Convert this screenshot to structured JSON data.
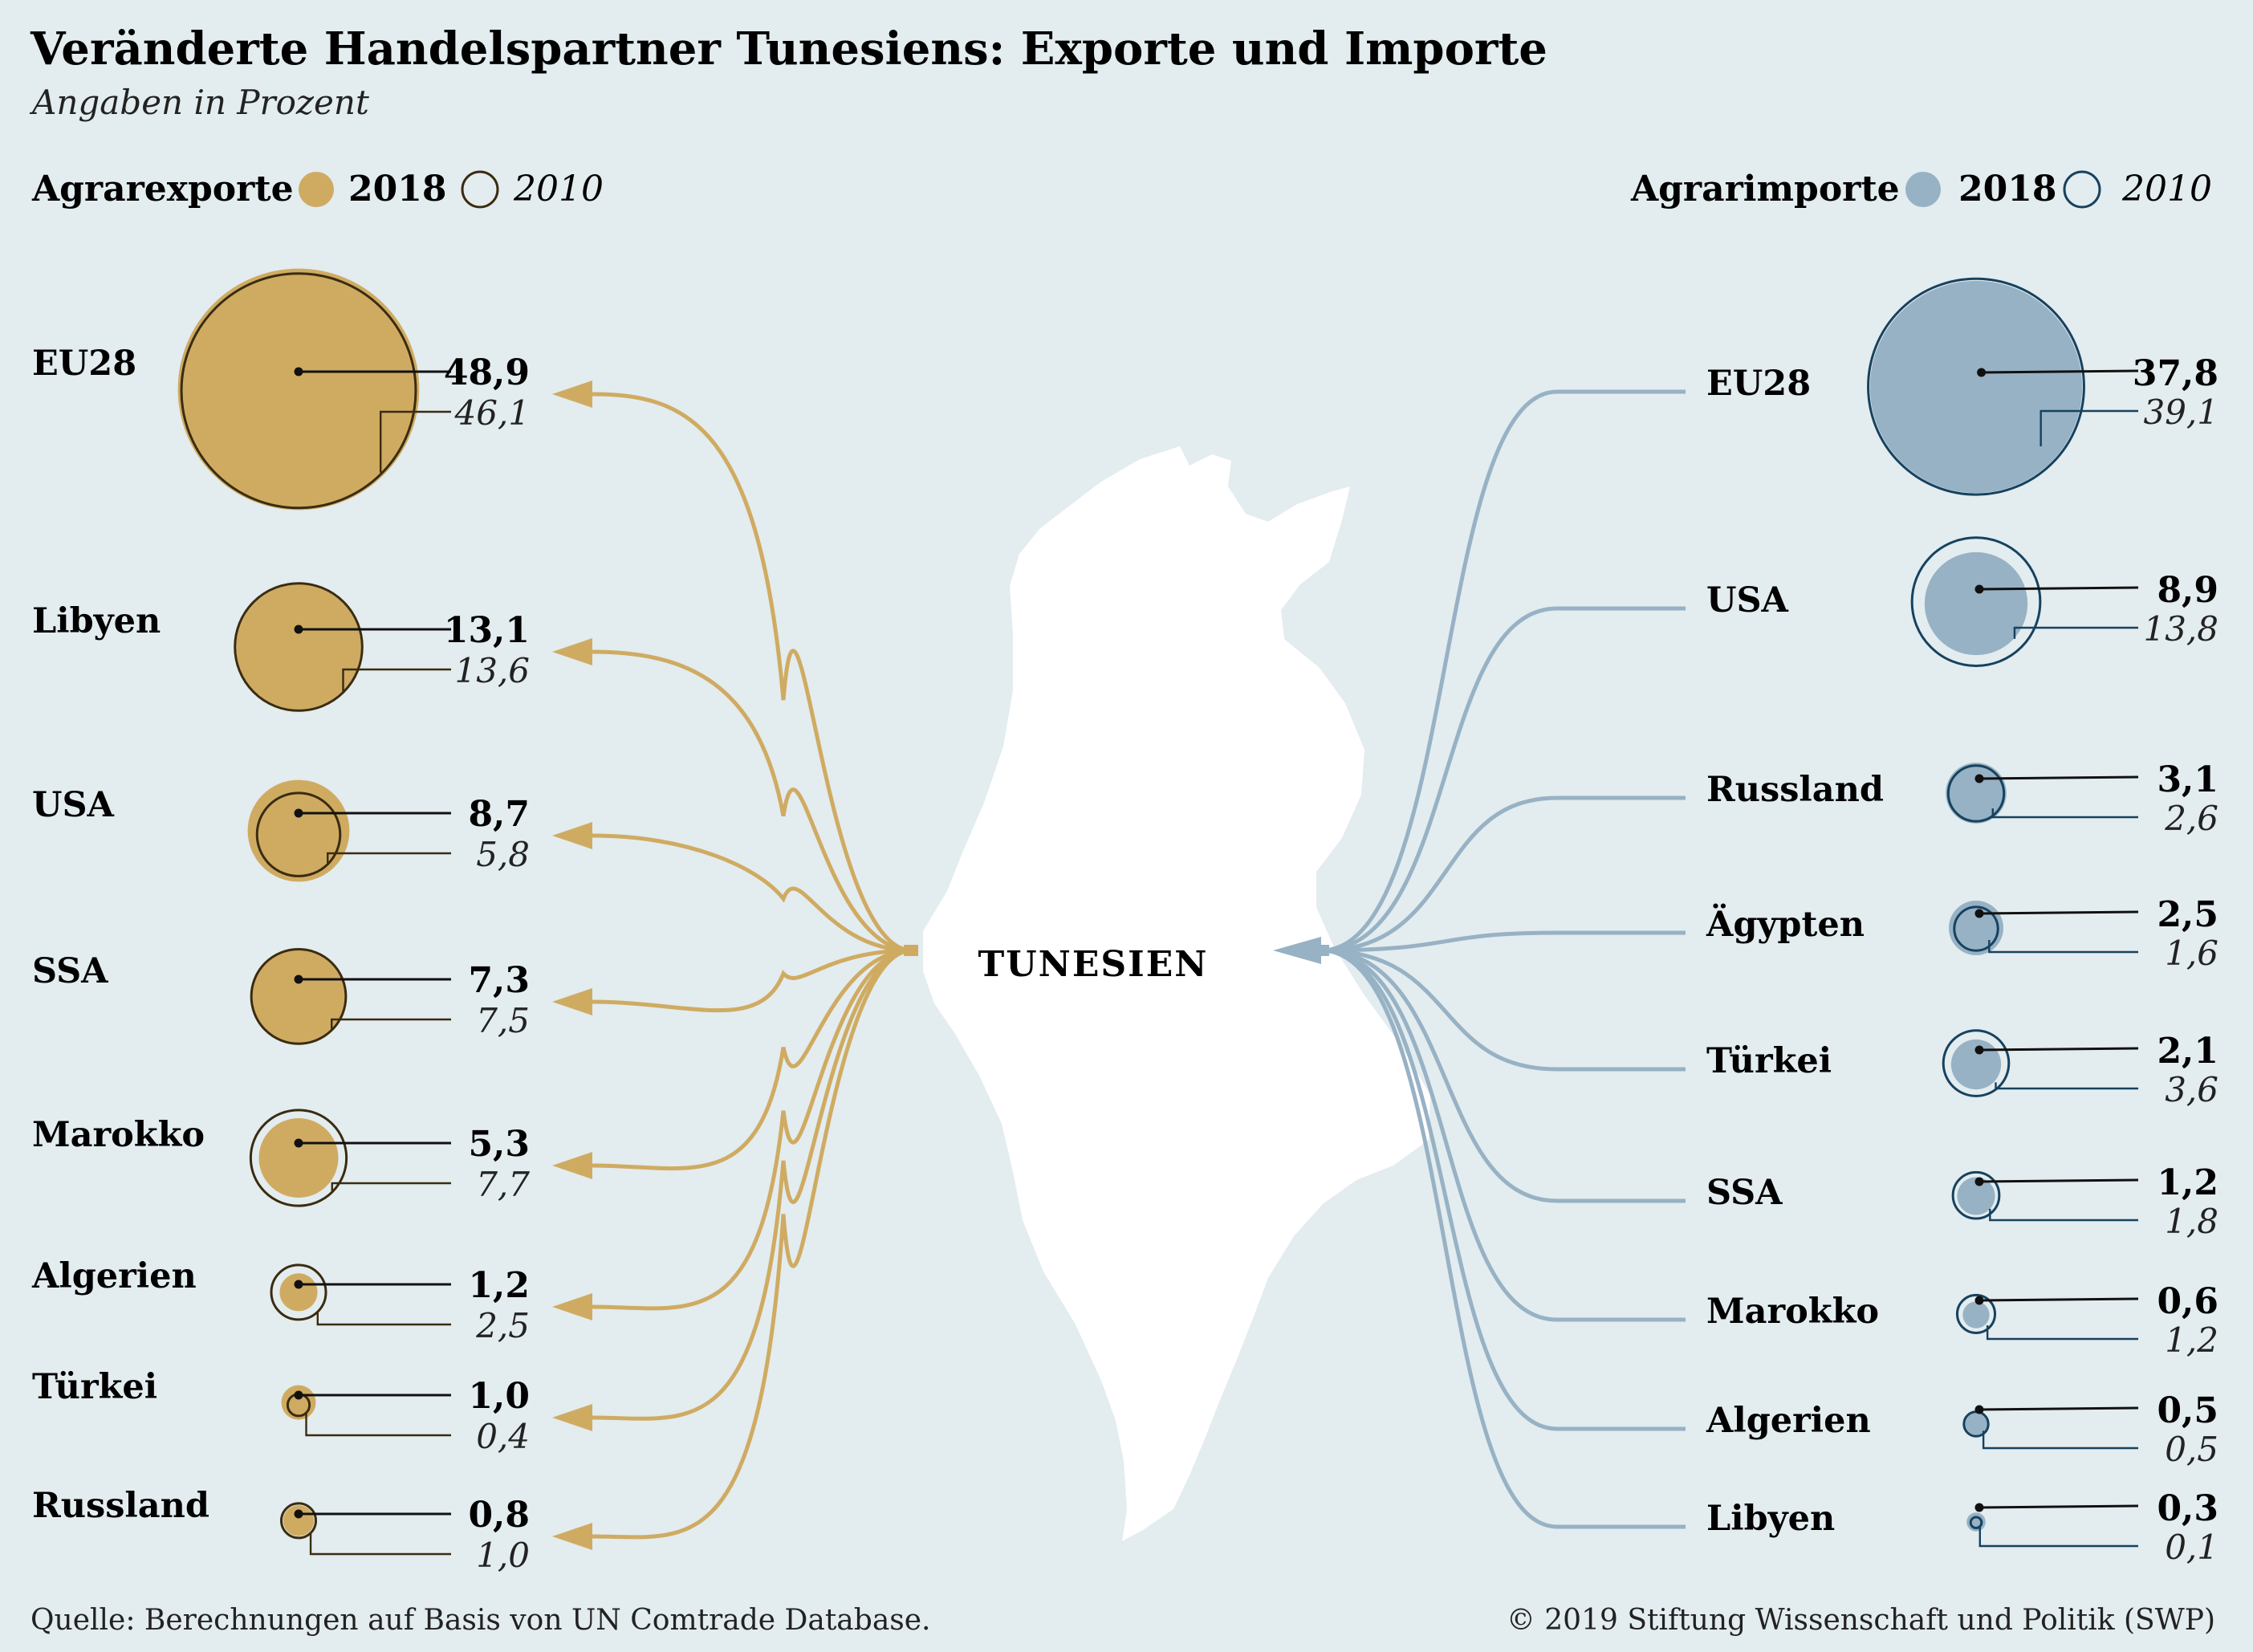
{
  "header": {
    "title": "Veränderte Handelspartner Tunesiens: Exporte und Importe",
    "subtitle": "Angaben in Prozent"
  },
  "center_label": "TUNESIEN",
  "footer": {
    "source": "Quelle: Berechnungen auf Basis von UN Comtrade Database.",
    "copyright": "© 2019 Stiftung Wissenschaft und Politik (SWP)"
  },
  "colors": {
    "background": "#e3ecef",
    "export_fill": "#cfab62",
    "export_line": "#3a2c10",
    "export_flow": "#cfab62",
    "import_fill": "#97b2c4",
    "import_line": "#16425f",
    "import_flow": "#97b2c4",
    "map": "#ffffff"
  },
  "chart_data": [
    {
      "type": "bubble",
      "title": "Agrarexporte",
      "series": [
        {
          "name": "2018",
          "style": "filled"
        },
        {
          "name": "2010",
          "style": "outline"
        }
      ],
      "legend": {
        "label": "Agrarexporte",
        "y2018": "2018",
        "y2010": "2010"
      },
      "categories": [
        "EU28",
        "Libyen",
        "USA",
        "SSA",
        "Marokko",
        "Algerien",
        "Türkei",
        "Russland"
      ],
      "labels_2018": [
        "48,9",
        "13,1",
        "8,7",
        "7,3",
        "5,3",
        "1,2",
        "1,0",
        "0,8"
      ],
      "labels_2010": [
        "46,1",
        "13,6",
        "5,8",
        "7,5",
        "7,7",
        "2,5",
        "0,4",
        "1,0"
      ],
      "values_2018": [
        48.9,
        13.1,
        8.7,
        7.3,
        5.3,
        1.2,
        1.0,
        0.8
      ],
      "values_2010": [
        46.1,
        13.6,
        5.8,
        7.5,
        7.7,
        2.5,
        0.4,
        1.0
      ]
    },
    {
      "type": "bubble",
      "title": "Agrarimporte",
      "series": [
        {
          "name": "2018",
          "style": "filled"
        },
        {
          "name": "2010",
          "style": "outline"
        }
      ],
      "legend": {
        "label": "Agrarimporte",
        "y2018": "2018",
        "y2010": "2010"
      },
      "categories": [
        "EU28",
        "USA",
        "Russland",
        "Ägypten",
        "Türkei",
        "SSA",
        "Marokko",
        "Algerien",
        "Libyen"
      ],
      "labels_2018": [
        "37,8",
        "8,9",
        "3,1",
        "2,5",
        "2,1",
        "1,2",
        "0,6",
        "0,5",
        "0,3"
      ],
      "labels_2010": [
        "39,1",
        "13,8",
        "2,6",
        "1,6",
        "3,6",
        "1,8",
        "1,2",
        "0,5",
        "0,1"
      ],
      "values_2018": [
        37.8,
        8.9,
        3.1,
        2.5,
        2.1,
        1.2,
        0.6,
        0.5,
        0.3
      ],
      "values_2010": [
        39.1,
        13.8,
        2.6,
        1.6,
        3.6,
        1.8,
        1.2,
        0.5,
        0.1
      ]
    }
  ]
}
